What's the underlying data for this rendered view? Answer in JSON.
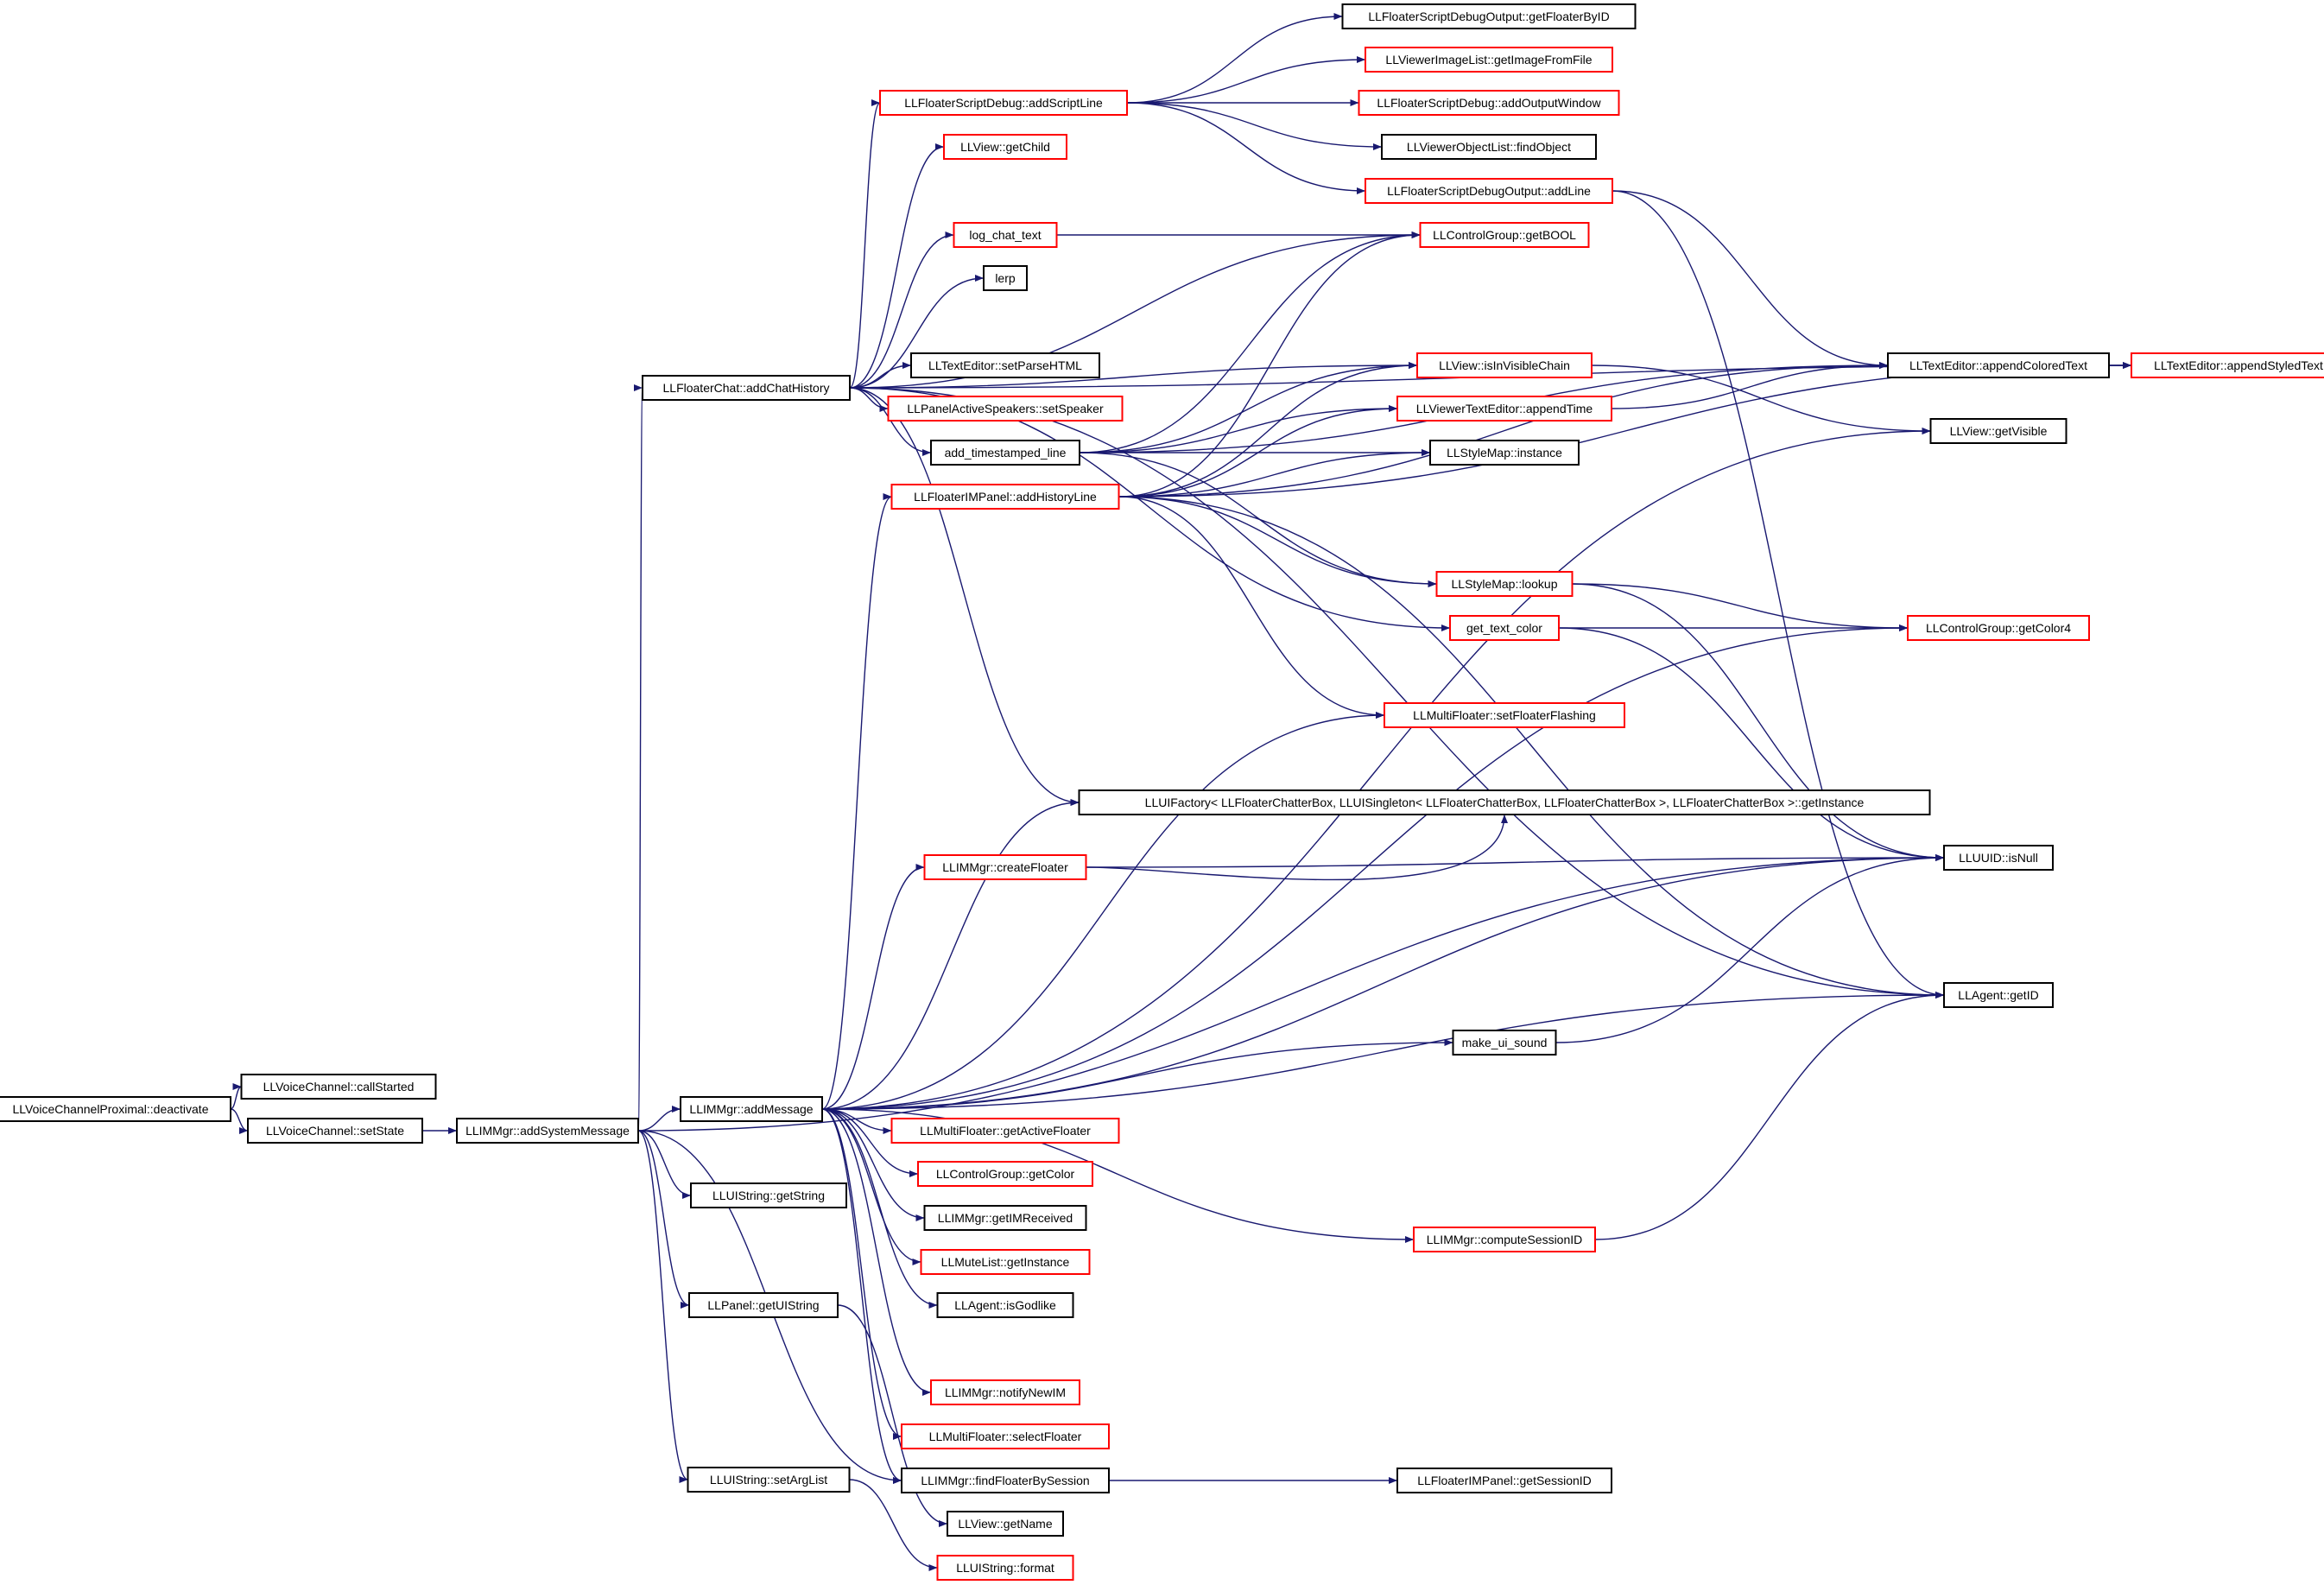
{
  "colors": {
    "edge": "#191970",
    "border_documented": "#000000",
    "border_undocumented": "#ff0000",
    "root_fill": "#bfbfbf",
    "node_fill": "#ffffff"
  },
  "nodes": [
    {
      "id": "root",
      "label": "LLVoiceChannelProximal::deactivate",
      "style": "root"
    },
    {
      "id": "callStarted",
      "label": "LLVoiceChannel::callStarted",
      "style": "black"
    },
    {
      "id": "setState",
      "label": "LLVoiceChannel::setState",
      "style": "black"
    },
    {
      "id": "addSystemMessage",
      "label": "LLIMMgr::addSystemMessage",
      "style": "black"
    },
    {
      "id": "addChatHistory",
      "label": "LLFloaterChat::addChatHistory",
      "style": "black"
    },
    {
      "id": "addMessage",
      "label": "LLIMMgr::addMessage",
      "style": "black"
    },
    {
      "id": "uistrGetString",
      "label": "LLUIString::getString",
      "style": "black"
    },
    {
      "id": "getUIString",
      "label": "LLPanel::getUIString",
      "style": "black"
    },
    {
      "id": "setArgList",
      "label": "LLUIString::setArgList",
      "style": "black"
    },
    {
      "id": "addScriptLine",
      "label": "LLFloaterScriptDebug::addScriptLine",
      "style": "red"
    },
    {
      "id": "getChild",
      "label": "LLView::getChild",
      "style": "red"
    },
    {
      "id": "logChatText",
      "label": "log_chat_text",
      "style": "red"
    },
    {
      "id": "lerp",
      "label": "lerp",
      "style": "black"
    },
    {
      "id": "setParseHTML",
      "label": "LLTextEditor::setParseHTML",
      "style": "black"
    },
    {
      "id": "setSpeaker",
      "label": "LLPanelActiveSpeakers::setSpeaker",
      "style": "red"
    },
    {
      "id": "addTimestampedLine",
      "label": "add_timestamped_line",
      "style": "black"
    },
    {
      "id": "addHistoryLine",
      "label": "LLFloaterIMPanel::addHistoryLine",
      "style": "red"
    },
    {
      "id": "createFloater",
      "label": "LLIMMgr::createFloater",
      "style": "red"
    },
    {
      "id": "getActiveFloater",
      "label": "LLMultiFloater::getActiveFloater",
      "style": "red"
    },
    {
      "id": "getColor",
      "label": "LLControlGroup::getColor",
      "style": "red"
    },
    {
      "id": "getIMReceived",
      "label": "LLIMMgr::getIMReceived",
      "style": "black"
    },
    {
      "id": "muteGetInstance",
      "label": "LLMuteList::getInstance",
      "style": "red"
    },
    {
      "id": "isGodlike",
      "label": "LLAgent::isGodlike",
      "style": "black"
    },
    {
      "id": "notifyNewIM",
      "label": "LLIMMgr::notifyNewIM",
      "style": "red"
    },
    {
      "id": "selectFloater",
      "label": "LLMultiFloater::selectFloater",
      "style": "red"
    },
    {
      "id": "findFloaterBySession",
      "label": "LLIMMgr::findFloaterBySession",
      "style": "black"
    },
    {
      "id": "getName",
      "label": "LLView::getName",
      "style": "black"
    },
    {
      "id": "format",
      "label": "LLUIString::format",
      "style": "red"
    },
    {
      "id": "getFloaterByID",
      "label": "LLFloaterScriptDebugOutput::getFloaterByID",
      "style": "black"
    },
    {
      "id": "getImageFromFile",
      "label": "LLViewerImageList::getImageFromFile",
      "style": "red"
    },
    {
      "id": "addOutputWindow",
      "label": "LLFloaterScriptDebug::addOutputWindow",
      "style": "red"
    },
    {
      "id": "findObject",
      "label": "LLViewerObjectList::findObject",
      "style": "black"
    },
    {
      "id": "addLine",
      "label": "LLFloaterScriptDebugOutput::addLine",
      "style": "red"
    },
    {
      "id": "getBOOL",
      "label": "LLControlGroup::getBOOL",
      "style": "red"
    },
    {
      "id": "isInVisibleChain",
      "label": "LLView::isInVisibleChain",
      "style": "red"
    },
    {
      "id": "appendTime",
      "label": "LLViewerTextEditor::appendTime",
      "style": "red"
    },
    {
      "id": "styleMapInstance",
      "label": "LLStyleMap::instance",
      "style": "black"
    },
    {
      "id": "styleLookup",
      "label": "LLStyleMap::lookup",
      "style": "red"
    },
    {
      "id": "getTextColor",
      "label": "get_text_color",
      "style": "red"
    },
    {
      "id": "setFloaterFlashing",
      "label": "LLMultiFloater::setFloaterFlashing",
      "style": "red"
    },
    {
      "id": "chatterGetInstance",
      "label": "LLUIFactory< LLFloaterChatterBox, LLUISingleton< LLFloaterChatterBox, LLFloaterChatterBox >, LLFloaterChatterBox >::getInstance",
      "style": "black"
    },
    {
      "id": "makeUiSound",
      "label": "make_ui_sound",
      "style": "black"
    },
    {
      "id": "computeSessionID",
      "label": "LLIMMgr::computeSessionID",
      "style": "red"
    },
    {
      "id": "getSessionID",
      "label": "LLFloaterIMPanel::getSessionID",
      "style": "black"
    },
    {
      "id": "appendColoredText",
      "label": "LLTextEditor::appendColoredText",
      "style": "black"
    },
    {
      "id": "appendStyledText",
      "label": "LLTextEditor::appendStyledText",
      "style": "red"
    },
    {
      "id": "getVisible",
      "label": "LLView::getVisible",
      "style": "black"
    },
    {
      "id": "getColor4",
      "label": "LLControlGroup::getColor4",
      "style": "red"
    },
    {
      "id": "isNull",
      "label": "LLUUID::isNull",
      "style": "black"
    },
    {
      "id": "getID",
      "label": "LLAgent::getID",
      "style": "black"
    }
  ],
  "edges": [
    [
      "root",
      "callStarted"
    ],
    [
      "root",
      "setState"
    ],
    [
      "setState",
      "addSystemMessage"
    ],
    [
      "addSystemMessage",
      "addChatHistory"
    ],
    [
      "addSystemMessage",
      "addMessage"
    ],
    [
      "addSystemMessage",
      "uistrGetString"
    ],
    [
      "addSystemMessage",
      "getUIString"
    ],
    [
      "addSystemMessage",
      "setArgList"
    ],
    [
      "addSystemMessage",
      "isNull"
    ],
    [
      "addSystemMessage",
      "findFloaterBySession"
    ],
    [
      "addChatHistory",
      "addScriptLine"
    ],
    [
      "addChatHistory",
      "getChild"
    ],
    [
      "addChatHistory",
      "logChatText"
    ],
    [
      "addChatHistory",
      "lerp"
    ],
    [
      "addChatHistory",
      "setParseHTML"
    ],
    [
      "addChatHistory",
      "setSpeaker"
    ],
    [
      "addChatHistory",
      "addTimestampedLine"
    ],
    [
      "addChatHistory",
      "getBOOL"
    ],
    [
      "addChatHistory",
      "isInVisibleChain"
    ],
    [
      "addChatHistory",
      "appendStyledText"
    ],
    [
      "addChatHistory",
      "getTextColor"
    ],
    [
      "addChatHistory",
      "chatterGetInstance"
    ],
    [
      "addChatHistory",
      "getID"
    ],
    [
      "addScriptLine",
      "getFloaterByID"
    ],
    [
      "addScriptLine",
      "getImageFromFile"
    ],
    [
      "addScriptLine",
      "addOutputWindow"
    ],
    [
      "addScriptLine",
      "findObject"
    ],
    [
      "addScriptLine",
      "addLine"
    ],
    [
      "addLine",
      "appendColoredText"
    ],
    [
      "addLine",
      "getID"
    ],
    [
      "logChatText",
      "getBOOL"
    ],
    [
      "addTimestampedLine",
      "getBOOL"
    ],
    [
      "addTimestampedLine",
      "isInVisibleChain"
    ],
    [
      "addTimestampedLine",
      "appendTime"
    ],
    [
      "addTimestampedLine",
      "styleMapInstance"
    ],
    [
      "addTimestampedLine",
      "styleLookup"
    ],
    [
      "addTimestampedLine",
      "appendColoredText"
    ],
    [
      "addHistoryLine",
      "getBOOL"
    ],
    [
      "addHistoryLine",
      "isInVisibleChain"
    ],
    [
      "addHistoryLine",
      "appendTime"
    ],
    [
      "addHistoryLine",
      "styleMapInstance"
    ],
    [
      "addHistoryLine",
      "styleLookup"
    ],
    [
      "addHistoryLine",
      "appendColoredText"
    ],
    [
      "addHistoryLine",
      "appendStyledText"
    ],
    [
      "addHistoryLine",
      "setFloaterFlashing"
    ],
    [
      "addHistoryLine",
      "getID"
    ],
    [
      "addMessage",
      "addHistoryLine"
    ],
    [
      "addMessage",
      "chatterGetInstance"
    ],
    [
      "addMessage",
      "createFloater"
    ],
    [
      "addMessage",
      "getActiveFloater"
    ],
    [
      "addMessage",
      "getColor"
    ],
    [
      "addMessage",
      "getIMReceived"
    ],
    [
      "addMessage",
      "muteGetInstance"
    ],
    [
      "addMessage",
      "isGodlike"
    ],
    [
      "addMessage",
      "notifyNewIM"
    ],
    [
      "addMessage",
      "selectFloater"
    ],
    [
      "addMessage",
      "findFloaterBySession"
    ],
    [
      "addMessage",
      "setFloaterFlashing"
    ],
    [
      "addMessage",
      "makeUiSound"
    ],
    [
      "addMessage",
      "computeSessionID"
    ],
    [
      "addMessage",
      "getID"
    ],
    [
      "addMessage",
      "isNull"
    ],
    [
      "addMessage",
      "getVisible"
    ],
    [
      "addMessage",
      "getColor4"
    ],
    [
      "createFloater",
      "chatterGetInstance"
    ],
    [
      "createFloater",
      "isNull"
    ],
    [
      "findFloaterBySession",
      "getSessionID"
    ],
    [
      "getUIString",
      "getName"
    ],
    [
      "setArgList",
      "format"
    ],
    [
      "isInVisibleChain",
      "getVisible"
    ],
    [
      "appendTime",
      "appendColoredText"
    ],
    [
      "appendColoredText",
      "appendStyledText"
    ],
    [
      "styleLookup",
      "getColor4"
    ],
    [
      "styleLookup",
      "isNull"
    ],
    [
      "getTextColor",
      "getColor4"
    ],
    [
      "getTextColor",
      "isNull"
    ],
    [
      "makeUiSound",
      "isNull"
    ],
    [
      "computeSessionID",
      "getID"
    ]
  ]
}
